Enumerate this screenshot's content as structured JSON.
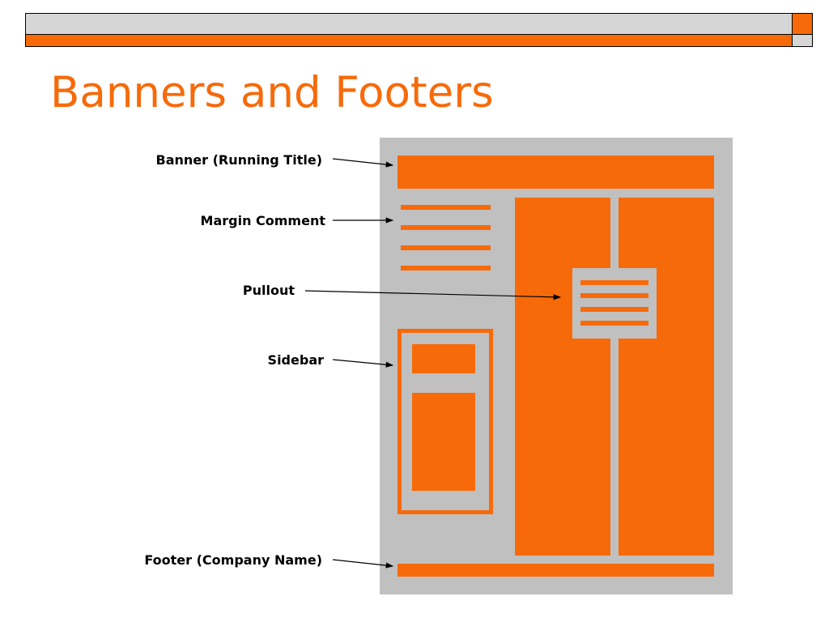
{
  "title": "Banners and Footers",
  "labels": {
    "banner": "Banner (Running Title)",
    "margin_comment": "Margin Comment",
    "pullout": "Pullout",
    "sidebar": "Sidebar",
    "footer": "Footer (Company Name)"
  },
  "colors": {
    "accent": "#F76A0A",
    "gray": "#C0C0C0",
    "light_gray": "#D6D6D6",
    "text": "#000000"
  }
}
